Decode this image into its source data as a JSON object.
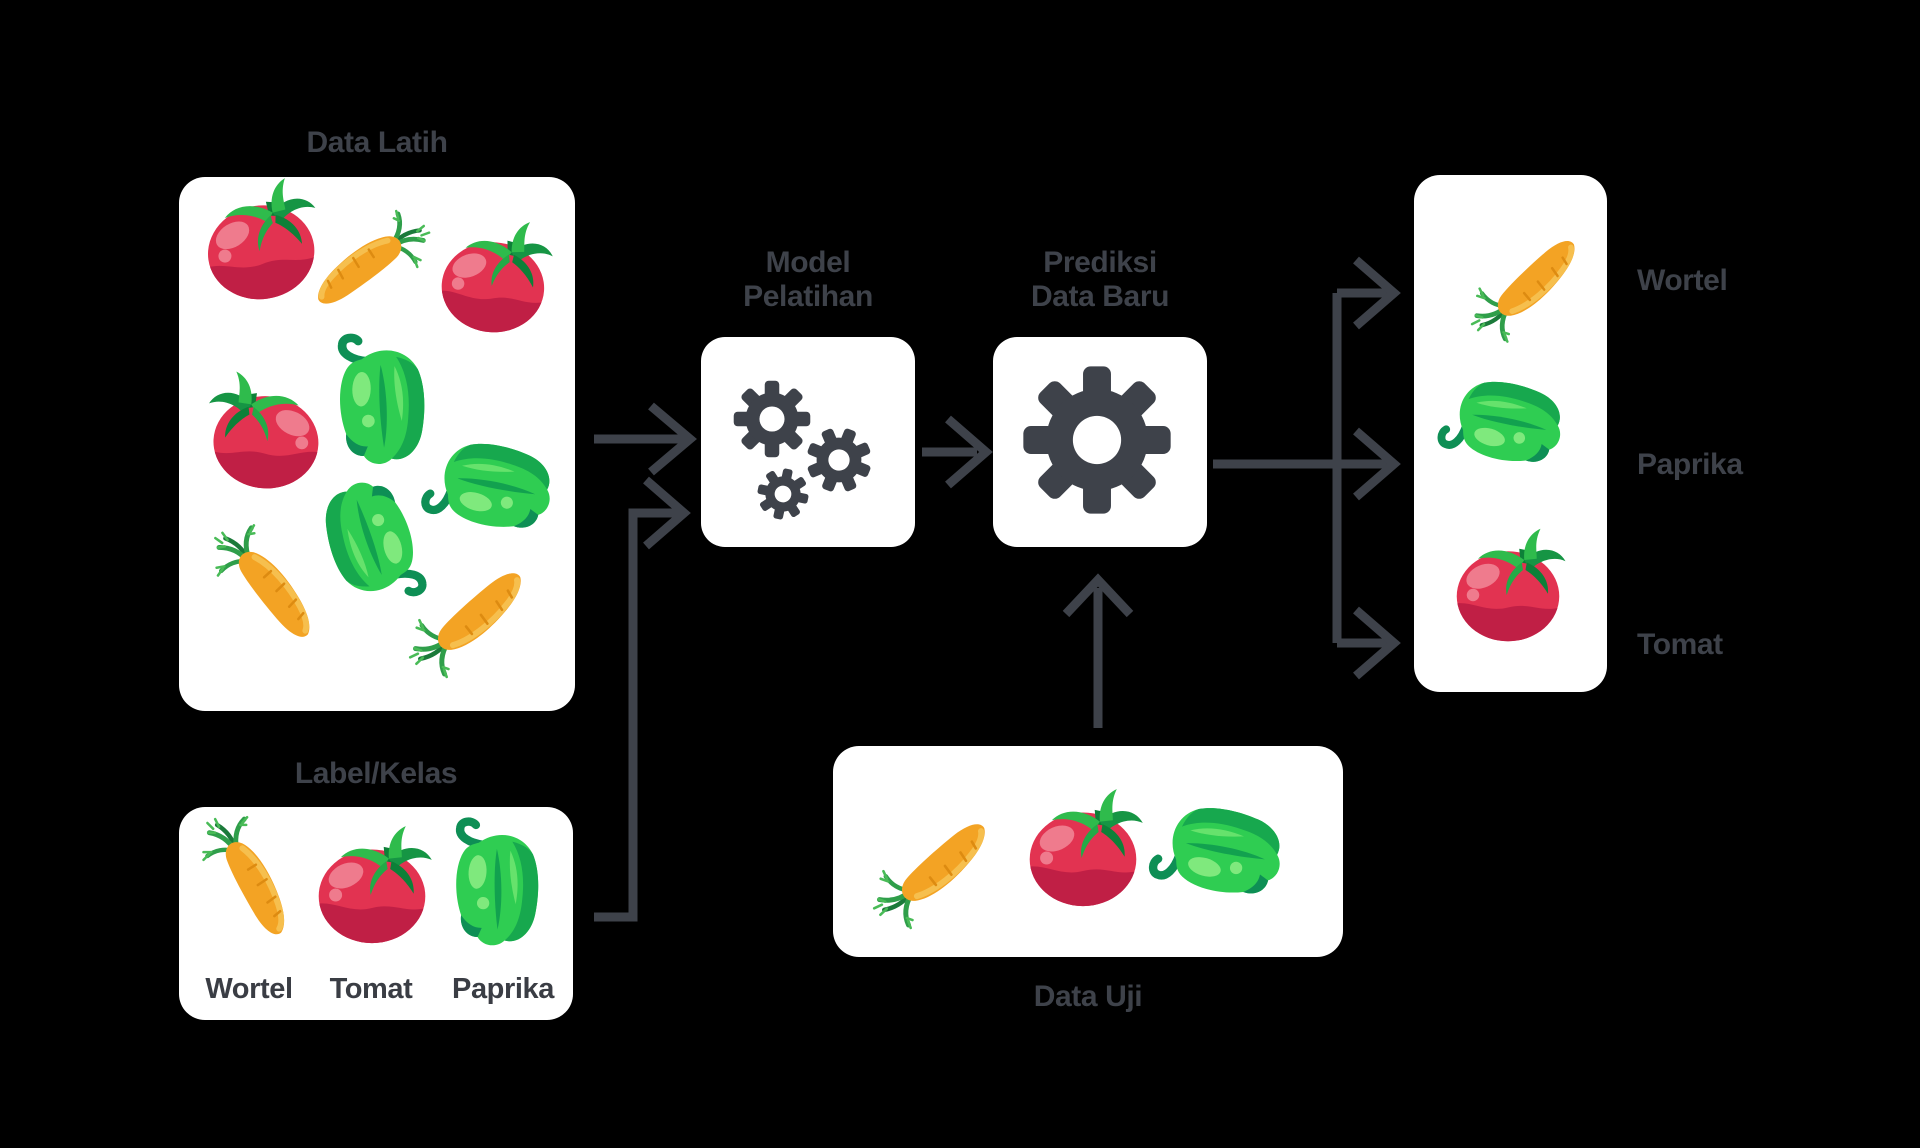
{
  "colors": {
    "background": "#000000",
    "panel": "#ffffff",
    "ink": "#3e424a",
    "tomato_red": "#e23351",
    "carrot_orange": "#f3a324",
    "pepper_green": "#2fcd52"
  },
  "boxes": {
    "training": {
      "title": "Data Latih",
      "items": [
        "tomato-icon",
        "carrot-icon",
        "tomato-icon",
        "pepper-icon",
        "tomato-icon",
        "pepper-icon",
        "pepper-icon",
        "carrot-icon",
        "carrot-icon"
      ]
    },
    "labels": {
      "title": "Label/Kelas",
      "items": [
        "carrot-icon",
        "tomato-icon",
        "pepper-icon"
      ],
      "class_names": [
        "Wortel",
        "Tomat",
        "Paprika"
      ]
    },
    "model": {
      "title_lines": [
        "Model",
        "Pelatihan"
      ],
      "icon": "gears-icon"
    },
    "prediction": {
      "title_lines": [
        "Prediksi",
        "Data Baru"
      ],
      "icon": "gear-icon"
    },
    "test": {
      "title": "Data Uji",
      "items": [
        "carrot-icon",
        "tomato-icon",
        "pepper-icon"
      ]
    },
    "output": {
      "rows": [
        {
          "icon": "carrot-icon",
          "label": "Wortel"
        },
        {
          "icon": "pepper-icon",
          "label": "Paprika"
        },
        {
          "icon": "tomato-icon",
          "label": "Tomat"
        }
      ]
    }
  }
}
